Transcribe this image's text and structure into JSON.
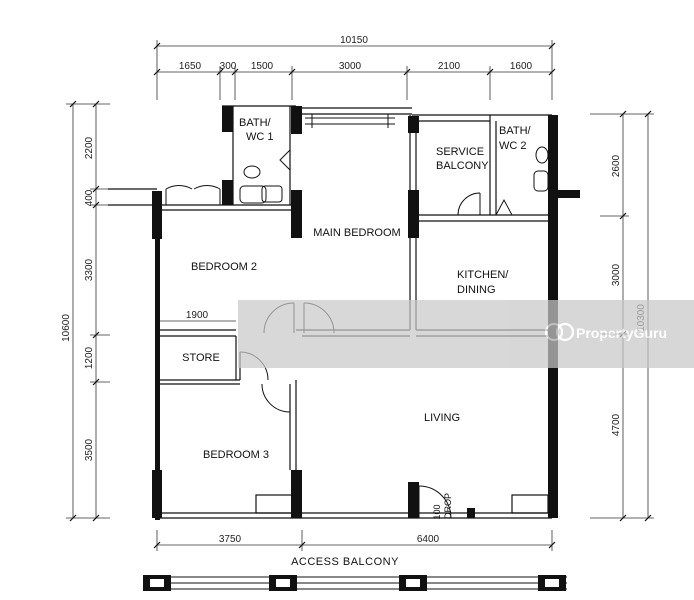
{
  "dimensions": {
    "overall_width": "10150",
    "top_segments": [
      "1650",
      "300",
      "1500",
      "3000",
      "2100",
      "1600"
    ],
    "left_overall": "10600",
    "left_segments": [
      "2200",
      "400",
      "3300",
      "1200",
      "3500"
    ],
    "right_overall": "10300",
    "right_segments": [
      "2600",
      "3000",
      "4700"
    ],
    "bottom_segments": [
      "3750",
      "6400"
    ],
    "store_width": "1900"
  },
  "rooms": {
    "bath_wc1": [
      "BATH/",
      "WC 1"
    ],
    "bath_wc2": [
      "BATH/",
      "WC 2"
    ],
    "service_balcony": [
      "SERVICE",
      "BALCONY"
    ],
    "main_bedroom": "MAIN BEDROOM",
    "bedroom2": "BEDROOM 2",
    "kitchen_dining": [
      "KITCHEN/",
      "DINING"
    ],
    "store": "STORE",
    "living": "LIVING",
    "bedroom3": "BEDROOM 3",
    "access_balcony": "ACCESS BALCONY"
  },
  "door_note": [
    "100",
    "DROP"
  ],
  "watermark": "PropertyGuru"
}
